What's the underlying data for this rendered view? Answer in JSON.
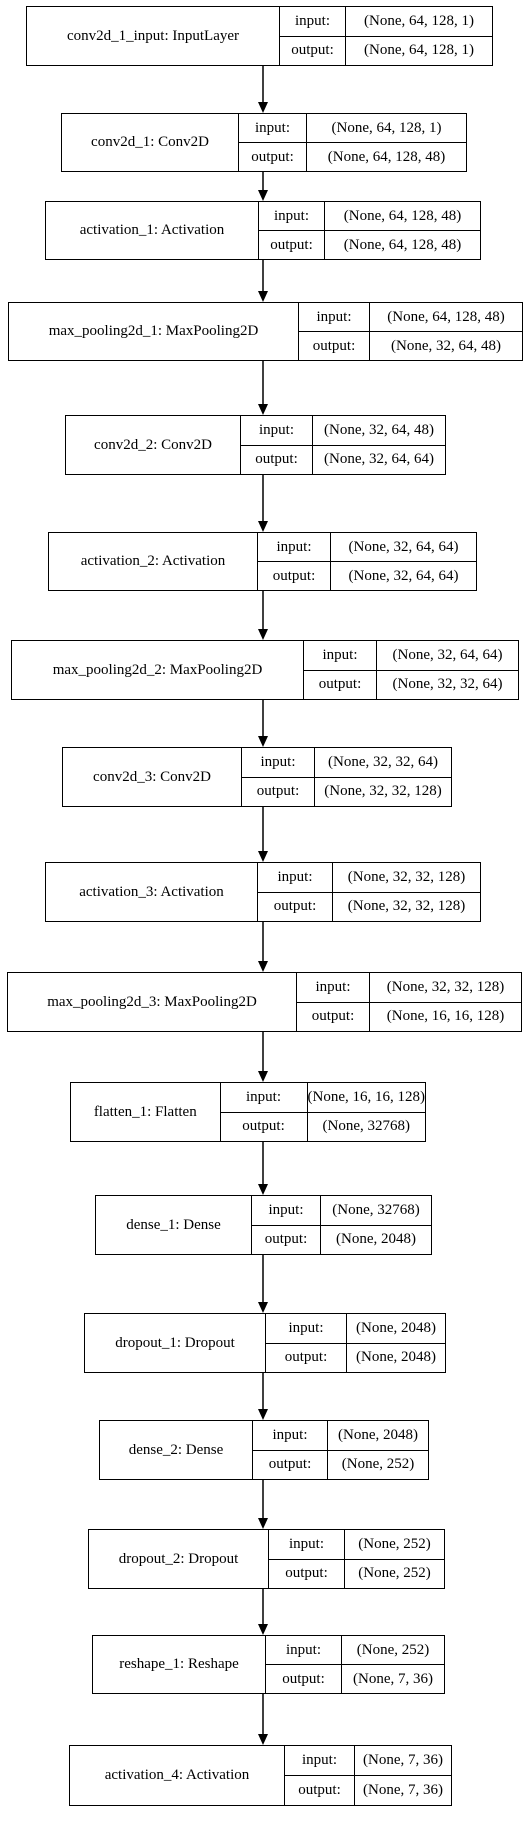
{
  "io_labels": {
    "input": "input:",
    "output": "output:"
  },
  "layers": [
    {
      "name": "conv2d_1_input: InputLayer",
      "input": "(None, 64, 128, 1)",
      "output": "(None, 64, 128, 1)"
    },
    {
      "name": "conv2d_1: Conv2D",
      "input": "(None, 64, 128, 1)",
      "output": "(None, 64, 128, 48)"
    },
    {
      "name": "activation_1: Activation",
      "input": "(None, 64, 128, 48)",
      "output": "(None, 64, 128, 48)"
    },
    {
      "name": "max_pooling2d_1: MaxPooling2D",
      "input": "(None, 64, 128, 48)",
      "output": "(None, 32, 64, 48)"
    },
    {
      "name": "conv2d_2: Conv2D",
      "input": "(None, 32, 64, 48)",
      "output": "(None, 32, 64, 64)"
    },
    {
      "name": "activation_2: Activation",
      "input": "(None, 32, 64, 64)",
      "output": "(None, 32, 64, 64)"
    },
    {
      "name": "max_pooling2d_2: MaxPooling2D",
      "input": "(None, 32, 64, 64)",
      "output": "(None, 32, 32, 64)"
    },
    {
      "name": "conv2d_3: Conv2D",
      "input": "(None, 32, 32, 64)",
      "output": "(None, 32, 32, 128)"
    },
    {
      "name": "activation_3: Activation",
      "input": "(None, 32, 32, 128)",
      "output": "(None, 32, 32, 128)"
    },
    {
      "name": "max_pooling2d_3: MaxPooling2D",
      "input": "(None, 32, 32, 128)",
      "output": "(None, 16, 16, 128)"
    },
    {
      "name": "flatten_1: Flatten",
      "input": "(None, 16, 16, 128)",
      "output": "(None, 32768)"
    },
    {
      "name": "dense_1: Dense",
      "input": "(None, 32768)",
      "output": "(None, 2048)"
    },
    {
      "name": "dropout_1: Dropout",
      "input": "(None, 2048)",
      "output": "(None, 2048)"
    },
    {
      "name": "dense_2: Dense",
      "input": "(None, 2048)",
      "output": "(None, 252)"
    },
    {
      "name": "dropout_2: Dropout",
      "input": "(None, 252)",
      "output": "(None, 252)"
    },
    {
      "name": "reshape_1: Reshape",
      "input": "(None, 252)",
      "output": "(None, 7, 36)"
    },
    {
      "name": "activation_4: Activation",
      "input": "(None, 7, 36)",
      "output": "(None, 7, 36)"
    }
  ]
}
